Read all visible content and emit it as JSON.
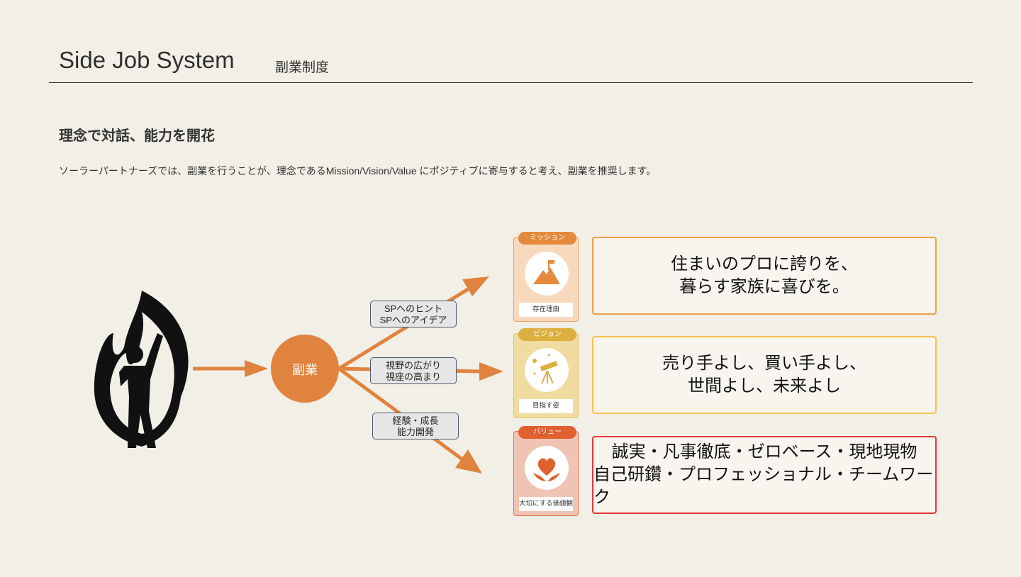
{
  "header": {
    "title": "Side Job System",
    "title_jp": "副業制度"
  },
  "heading": "理念で対話、能力を開花",
  "description": "ソーラーパートナーズでは、副業を行うことが、理念であるMission/Vision/Value にポジティブに寄与すると考え、副業を推奨します。",
  "diagram": {
    "center_label": "副業",
    "branches": [
      {
        "line1": "SPへのヒント",
        "line2": "SPへのアイデア"
      },
      {
        "line1": "視野の広がり",
        "line2": "視座の高まり"
      },
      {
        "line1": "経験・成長",
        "line2": "能力開発"
      }
    ],
    "cards": [
      {
        "tag": "ミッション",
        "caption": "存在理由",
        "icon": "mountain-flag-icon",
        "line1": "住まいのプロに誇りを、",
        "line2": "暮らす家族に喜びを。",
        "color": "#e58a3c"
      },
      {
        "tag": "ビジョン",
        "caption": "目指す姿",
        "icon": "telescope-icon",
        "line1": "売り手よし、買い手よし、",
        "line2": "世間よし、未来よし",
        "color": "#dcb040"
      },
      {
        "tag": "バリュー",
        "caption": "大切にする価値観",
        "icon": "heart-hands-icon",
        "line1": "誠実・凡事徹底・ゼロベース・現地現物",
        "line2": "自己研鑽・プロフェッショナル・チームワーク",
        "color": "#e06030"
      }
    ]
  }
}
